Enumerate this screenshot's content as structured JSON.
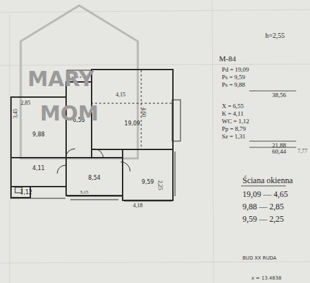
{
  "diagram": {
    "nodes": [
      {
        "text": [
          "9,88"
        ]
      },
      {
        "text": [
          "6,55"
        ]
      },
      {
        "text": [
          "19,09"
        ]
      },
      {
        "text": [
          "4,11"
        ]
      },
      {
        "text": [
          "1,12"
        ]
      },
      {
        "text": [
          "8,54"
        ]
      },
      {
        "text": [
          "9,59"
        ]
      }
    ],
    "labels": [
      "MARY",
      "MOM",
      "h=2,55",
      "M-84",
      "Pd = 19,09",
      "Ps = 9,59",
      "Ps = 9,88",
      "38,56",
      "X = 6,55",
      "K = 4,11",
      "WC = 1,12",
      "Pp = 8,79",
      "Sz = 1,31",
      "21,88",
      "60,44",
      "7,77",
      "Ściana okienna",
      "19,09 — 4,65",
      "9,88 — 2,85",
      "9,59 — 2,25",
      "BUD XX RUDA",
      "x = 13.4838",
      "2,85",
      "3,45",
      "4,15",
      "4,60",
      "3,15",
      "4,18",
      "2,25"
    ]
  }
}
